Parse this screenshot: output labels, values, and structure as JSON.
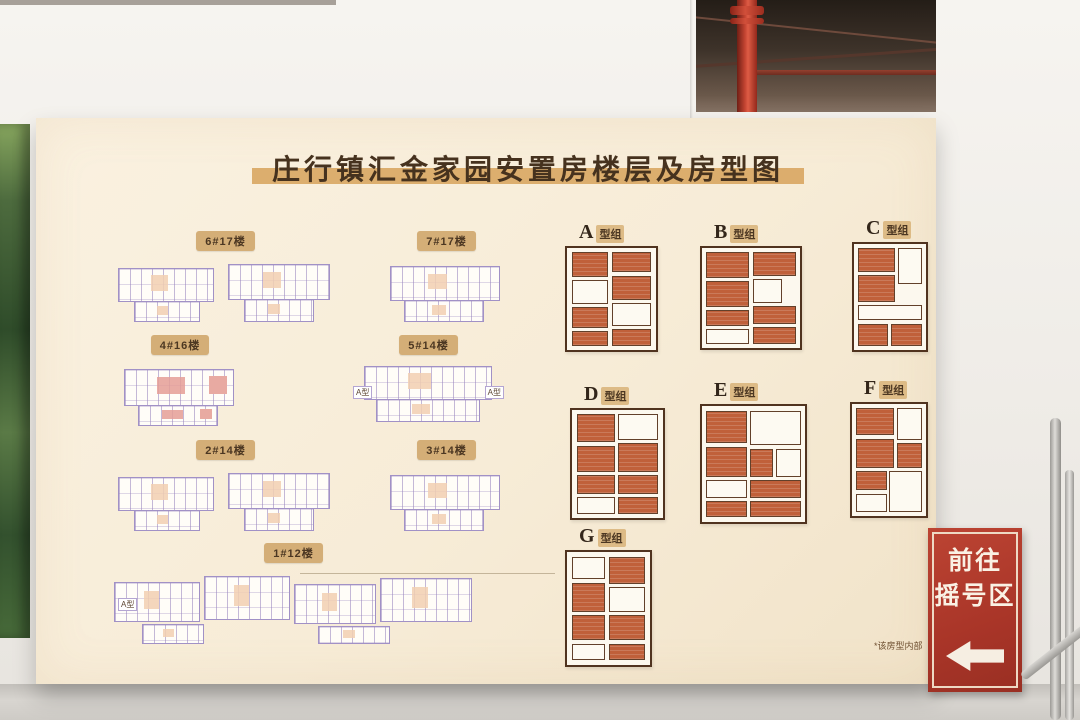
{
  "scene": {
    "board_title": "庄行镇汇金家园安置房楼层及房型图",
    "footnote": "*该房型内部"
  },
  "buildings": [
    {
      "label": "6#17楼"
    },
    {
      "label": "7#17楼"
    },
    {
      "label": "4#16楼"
    },
    {
      "label": "5#14楼",
      "end_label": "A型"
    },
    {
      "label": "2#14楼"
    },
    {
      "label": "3#14楼"
    },
    {
      "label": "1#12楼",
      "end_label": "A型"
    }
  ],
  "unit_types": [
    {
      "letter": "A",
      "suffix": "型组",
      "rooms": [
        [
          6,
          4,
          40,
          24,
          1
        ],
        [
          50,
          4,
          44,
          20,
          1
        ],
        [
          50,
          27,
          44,
          24,
          1
        ],
        [
          6,
          31,
          40,
          24,
          0
        ],
        [
          6,
          58,
          40,
          20,
          1
        ],
        [
          50,
          54,
          44,
          22,
          0
        ],
        [
          6,
          81,
          40,
          15,
          1
        ],
        [
          50,
          79,
          44,
          17,
          1
        ]
      ]
    },
    {
      "letter": "B",
      "suffix": "型组",
      "rooms": [
        [
          4,
          4,
          44,
          26,
          1
        ],
        [
          52,
          4,
          44,
          24,
          1
        ],
        [
          4,
          33,
          44,
          26,
          1
        ],
        [
          52,
          31,
          30,
          24,
          0
        ],
        [
          4,
          62,
          44,
          16,
          1
        ],
        [
          4,
          81,
          44,
          15,
          0
        ],
        [
          52,
          58,
          44,
          18,
          1
        ],
        [
          52,
          79,
          44,
          17,
          1
        ]
      ]
    },
    {
      "letter": "C",
      "suffix": "型组",
      "rooms": [
        [
          5,
          4,
          52,
          22,
          1
        ],
        [
          61,
          4,
          34,
          34,
          0
        ],
        [
          5,
          29,
          52,
          26,
          1
        ],
        [
          5,
          58,
          90,
          14,
          0
        ],
        [
          5,
          75,
          42,
          21,
          1
        ],
        [
          51,
          75,
          44,
          21,
          1
        ]
      ]
    },
    {
      "letter": "D",
      "suffix": "型组",
      "rooms": [
        [
          5,
          4,
          42,
          26,
          1
        ],
        [
          51,
          4,
          44,
          24,
          0
        ],
        [
          5,
          33,
          42,
          24,
          1
        ],
        [
          51,
          31,
          44,
          26,
          1
        ],
        [
          5,
          60,
          42,
          18,
          1
        ],
        [
          5,
          81,
          42,
          15,
          0
        ],
        [
          51,
          60,
          44,
          18,
          1
        ],
        [
          51,
          81,
          44,
          15,
          1
        ]
      ]
    },
    {
      "letter": "E",
      "suffix": "型组",
      "rooms": [
        [
          4,
          4,
          40,
          28,
          1
        ],
        [
          47,
          4,
          49,
          30,
          0
        ],
        [
          4,
          35,
          40,
          26,
          1
        ],
        [
          47,
          37,
          22,
          24,
          1
        ],
        [
          72,
          37,
          24,
          24,
          0
        ],
        [
          4,
          64,
          40,
          15,
          0
        ],
        [
          4,
          82,
          40,
          14,
          1
        ],
        [
          47,
          64,
          49,
          15,
          1
        ],
        [
          47,
          82,
          49,
          14,
          1
        ]
      ]
    },
    {
      "letter": "F",
      "suffix": "型组",
      "rooms": [
        [
          5,
          4,
          52,
          24,
          1
        ],
        [
          61,
          4,
          34,
          28,
          0
        ],
        [
          5,
          31,
          52,
          26,
          1
        ],
        [
          61,
          35,
          34,
          22,
          1
        ],
        [
          5,
          60,
          42,
          17,
          1
        ],
        [
          5,
          80,
          42,
          16,
          0
        ],
        [
          50,
          60,
          45,
          36,
          0
        ]
      ]
    },
    {
      "letter": "G",
      "suffix": "型组",
      "rooms": [
        [
          6,
          4,
          40,
          20,
          0
        ],
        [
          50,
          4,
          44,
          24,
          1
        ],
        [
          6,
          27,
          40,
          26,
          1
        ],
        [
          50,
          31,
          44,
          22,
          0
        ],
        [
          6,
          56,
          40,
          22,
          1
        ],
        [
          50,
          56,
          44,
          22,
          1
        ],
        [
          6,
          81,
          40,
          15,
          0
        ],
        [
          50,
          81,
          44,
          15,
          1
        ]
      ]
    }
  ],
  "sign": {
    "line1": "前往",
    "line2": "摇号区"
  },
  "colors": {
    "board_bg": "#f8eed9",
    "title_text": "#46321e",
    "title_highlight": "#d8a662",
    "plate_line": "#a191c6",
    "plate_pink": "#e59e96",
    "plan_fill": "#c0603a",
    "plan_wall": "#50331f",
    "sign_red": "#a93528",
    "sign_text": "#faf1e4",
    "pipe_red": "#c44432"
  }
}
